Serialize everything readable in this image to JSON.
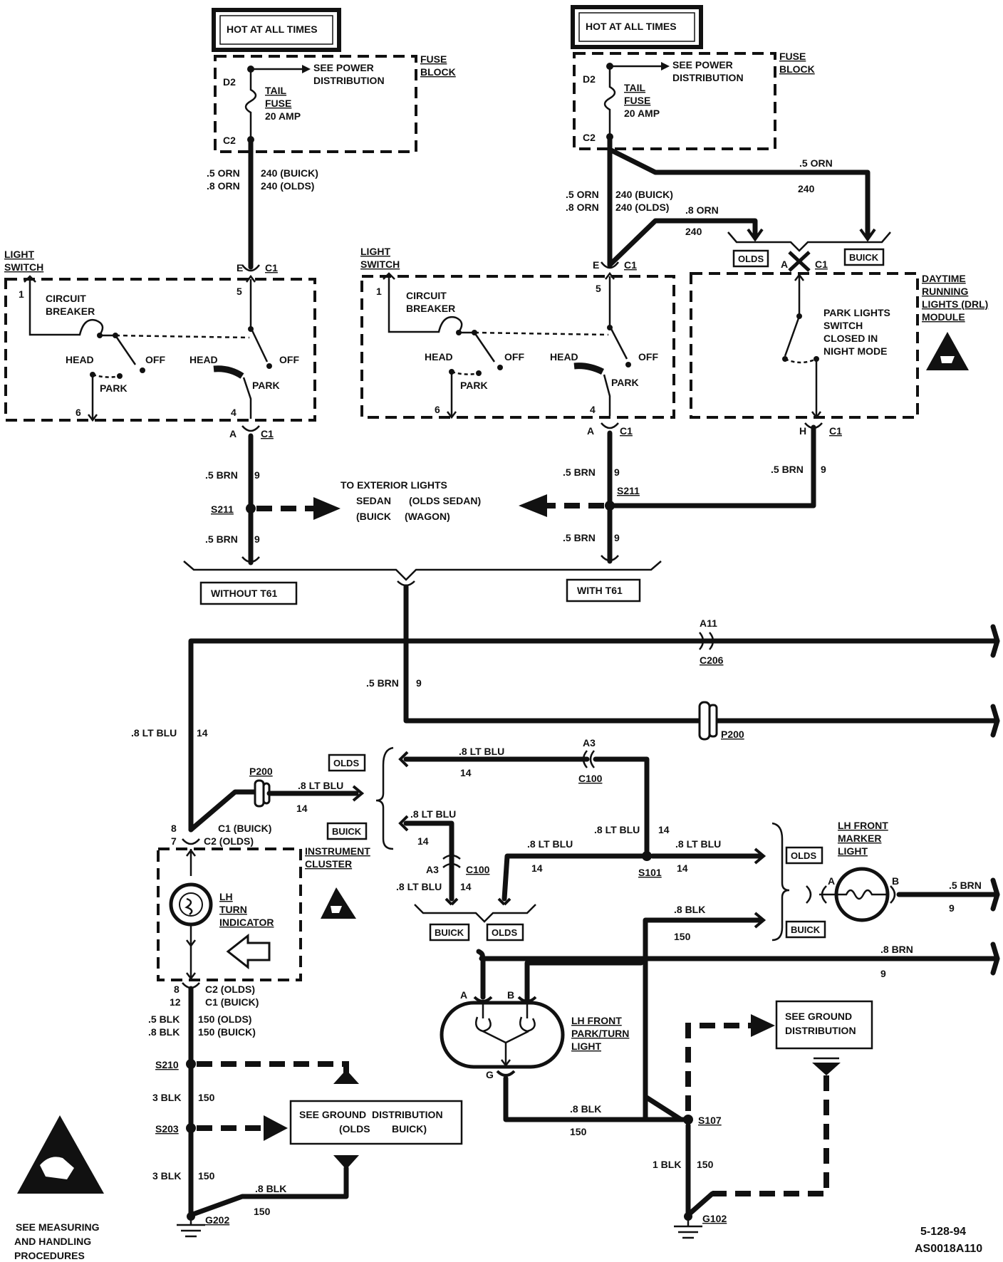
{
  "hot_label": "HOT AT ALL TIMES",
  "see_power": "SEE POWER",
  "distribution": "DISTRIBUTION",
  "fuse_block_1": "FUSE",
  "fuse_block_2": "BLOCK",
  "d2": "D2",
  "c2": "C2",
  "tail": "TAIL",
  "fuse": "FUSE",
  "amp": "20 AMP",
  "light_switch_1": "LIGHT",
  "light_switch_2": "SWITCH",
  "circuit_breaker_1": "CIRCUIT",
  "circuit_breaker_2": "BREAKER",
  "head": "HEAD",
  "off": "OFF",
  "park": "PARK",
  "pin_1": "1",
  "pin_5": "5",
  "pin_6": "6",
  "pin_4": "4",
  "pin_e": "E",
  "pin_a": "A",
  "pin_h": "H",
  "pin_b": "B",
  "pin_g": "G",
  "c1": "C1",
  "wire_orn_05": ".5 ORN",
  "wire_orn_08": ".8 ORN",
  "circ_240_buick": "240 (BUICK)",
  "circ_240_olds": "240 (OLDS)",
  "circ_240": "240",
  "wire_brn_05": ".5 BRN",
  "circ_9": "9",
  "s211": "S211",
  "to_ext_1": "TO EXTERIOR LIGHTS",
  "to_ext_2": "SEDAN",
  "to_ext_3": "(OLDS SEDAN)",
  "to_ext_4": "(BUICK",
  "to_ext_5": "(WAGON)",
  "without_t61": "WITHOUT T61",
  "with_t61": "WITH T61",
  "olds": "OLDS",
  "buick": "BUICK",
  "drl_1": "DAYTIME",
  "drl_2": "RUNNING",
  "drl_3": "LIGHTS (DRL)",
  "drl_4": "MODULE",
  "park_sw_1": "PARK LIGHTS",
  "park_sw_2": "SWITCH",
  "park_sw_3": "CLOSED IN",
  "park_sw_4": "NIGHT MODE",
  "a11": "A11",
  "c206": "C206",
  "p200": "P200",
  "wire_ltblu_08": ".8 LT BLU",
  "wire_ltblu_08s": ".8  LT  BLU",
  "circ_14": "14",
  "a3": "A3",
  "c100": "C100",
  "pin_8": "8",
  "pin_7": "7",
  "pin_12": "12",
  "c1_buick": "C1  (BUICK)",
  "c2_olds": "C2  (OLDS)",
  "c1_buick_b": "C1  (BUICK)",
  "c2_olds_b": "C2  (OLDS)",
  "instr_1": "INSTRUMENT",
  "instr_2": "CLUSTER",
  "lh_turn_1": "LH",
  "lh_turn_2": "TURN",
  "lh_turn_3": "INDICATOR",
  "s101": "S101",
  "lh_marker_1": "LH FRONT",
  "lh_marker_2": "MARKER",
  "lh_marker_3": "LIGHT",
  "wire_blk_08": ".8  BLK",
  "wire_blk_08b": ".8 BLK",
  "circ_150": "150",
  "wire_brn_08": ".8 BRN",
  "lh_park_1": "LH FRONT",
  "lh_park_2": "PARK/TURN",
  "lh_park_3": "LIGHT",
  "see_ground_1": "SEE GROUND",
  "see_ground_2": "DISTRIBUTION",
  "see_ground_olds": "(OLDS",
  "see_ground_buick": "BUICK)",
  "wire_blk_05": ".5 BLK",
  "circ_150_olds": "150 (OLDS)",
  "circ_150_buick": "150 (BUICK)",
  "s210": "S210",
  "s203": "S203",
  "wire_3blk": "3 BLK",
  "wire_1blk": "1 BLK",
  "s107": "S107",
  "g202": "G202",
  "g102": "G102",
  "measuring_1": "SEE MEASURING",
  "measuring_2": "AND HANDLING",
  "measuring_3": "PROCEDURES",
  "ref_1": "5-128-94",
  "ref_2": "AS0018A110"
}
